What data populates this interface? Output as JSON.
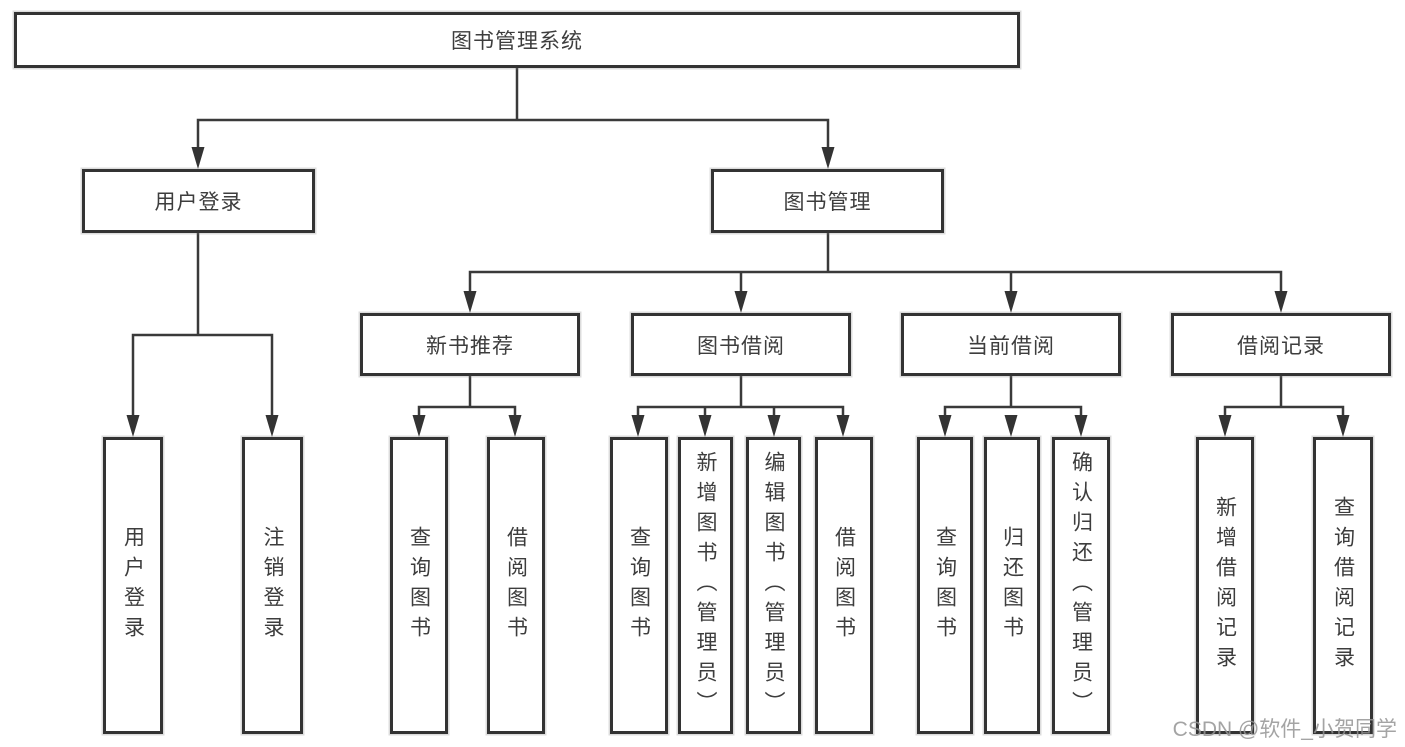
{
  "diagram": {
    "title": "图书管理系统",
    "root": {
      "label": "图书管理系统"
    },
    "branches": [
      {
        "label": "用户登录",
        "children": [
          {
            "label": "用户登录"
          },
          {
            "label": "注销登录"
          }
        ]
      },
      {
        "label": "图书管理",
        "children": [
          {
            "label": "新书推荐",
            "children": [
              {
                "label": "查询图书"
              },
              {
                "label": "借阅图书"
              }
            ]
          },
          {
            "label": "图书借阅",
            "children": [
              {
                "label": "查询图书"
              },
              {
                "label": "新增图书（管理员）"
              },
              {
                "label": "编辑图书（管理员）"
              },
              {
                "label": "借阅图书"
              }
            ]
          },
          {
            "label": "当前借阅",
            "children": [
              {
                "label": "查询图书"
              },
              {
                "label": "归还图书"
              },
              {
                "label": "确认归还（管理员）"
              }
            ]
          },
          {
            "label": "借阅记录",
            "children": [
              {
                "label": "新增借阅记录"
              },
              {
                "label": "查询借阅记录"
              }
            ]
          }
        ]
      }
    ]
  },
  "watermark": "CSDN @软件_小贺同学",
  "colors": {
    "background": "#ffffff",
    "box_border": "#333333",
    "connector_line": "#3a3a3a",
    "text": "#3d3d3d",
    "watermark": "#949494"
  }
}
